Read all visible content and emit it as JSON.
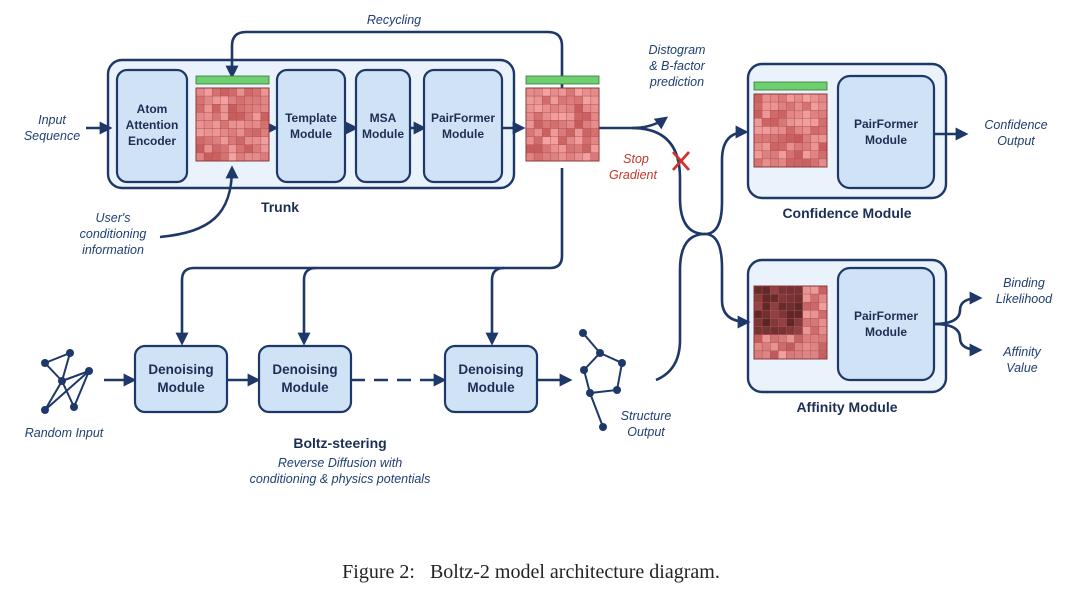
{
  "labels": {
    "recycling": "Recycling",
    "input_sequence_1": "Input",
    "input_sequence_2": "Sequence",
    "users_1": "User's",
    "users_2": "conditioning",
    "users_3": "information",
    "trunk": "Trunk",
    "distogram_1": "Distogram",
    "distogram_2": "& B-factor",
    "distogram_3": "prediction",
    "stop_1": "Stop",
    "stop_2": "Gradient",
    "confidence_output_1": "Confidence",
    "confidence_output_2": "Output",
    "confidence_module": "Confidence Module",
    "affinity_module": "Affinity Module",
    "binding_1": "Binding",
    "binding_2": "Likelihood",
    "affinity_value_1": "Affinity",
    "affinity_value_2": "Value",
    "random_input": "Random Input",
    "structure_1": "Structure",
    "structure_2": "Output",
    "boltz_steering": "Boltz-steering",
    "reverse_1": "Reverse Diffusion with",
    "reverse_2": "conditioning & physics potentials"
  },
  "modules": {
    "atom_1": "Atom",
    "atom_2": "Attention",
    "atom_3": "Encoder",
    "template_1": "Template",
    "template_2": "Module",
    "msa_1": "MSA",
    "msa_2": "Module",
    "pairformer_1": "PairFormer",
    "pairformer_2": "Module",
    "denoising_1": "Denoising",
    "denoising_2": "Module"
  },
  "caption": "Figure 2:   Boltz-2 model architecture diagram.",
  "colors": {
    "navy": "#1d3869",
    "box_fill": "#cfe2f6",
    "panel_fill": "#eaf2fb",
    "pair_red": "#e07c7c",
    "pair_dark": "#6e2a2a",
    "seq_green": "#6fce6f",
    "stop_red": "#d0312d"
  }
}
